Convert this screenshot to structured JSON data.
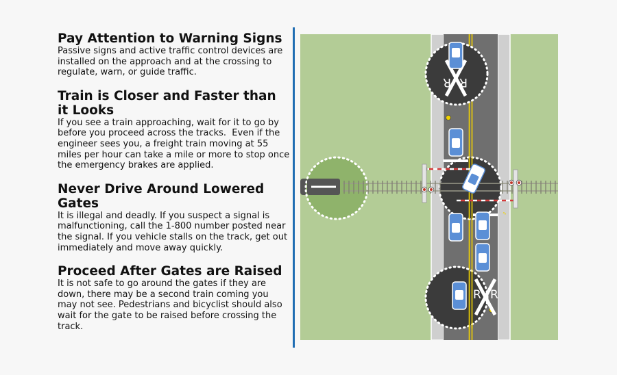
{
  "sections": [
    {
      "title": "Pay Attention to Warning Signs",
      "body": "Passive signs and active traffic control devices are installed on the approach and at the crossing to regulate, warn, or guide traffic."
    },
    {
      "title": "Train is Closer and Faster than it Looks",
      "body": "If you see a train approaching, wait for it to go by before you proceed across the tracks.  Even if the engineer sees you, a freight train moving at 55 miles per hour can take a mile or more to stop once the emergency brakes are applied."
    },
    {
      "title": "Never Drive Around Lowered Gates",
      "body": "It is illegal and deadly. If you suspect a signal is malfunctioning, call the 1-800 number posted near the signal. If you vehicle stalls on the track, get out immediately and move away quickly."
    },
    {
      "title": "Proceed After Gates are Raised",
      "body": "It is not safe to go around the gates if they are down, there may be a second train coming you may not see. Pedestrians and bicyclist should also wait for the gate to be raised before crossing the track."
    }
  ],
  "diagram": {
    "crossbuck_letter_left": "R",
    "crossbuck_letter_right": "R",
    "colors": {
      "grass": "#b3cc96",
      "road": "#6f6f6f",
      "sidewalk": "#cfcfcf",
      "highlight": "#3b3b3b",
      "center_line": "#f0d200",
      "car": "#5b8fd6",
      "accent": "#1f6db3"
    }
  }
}
